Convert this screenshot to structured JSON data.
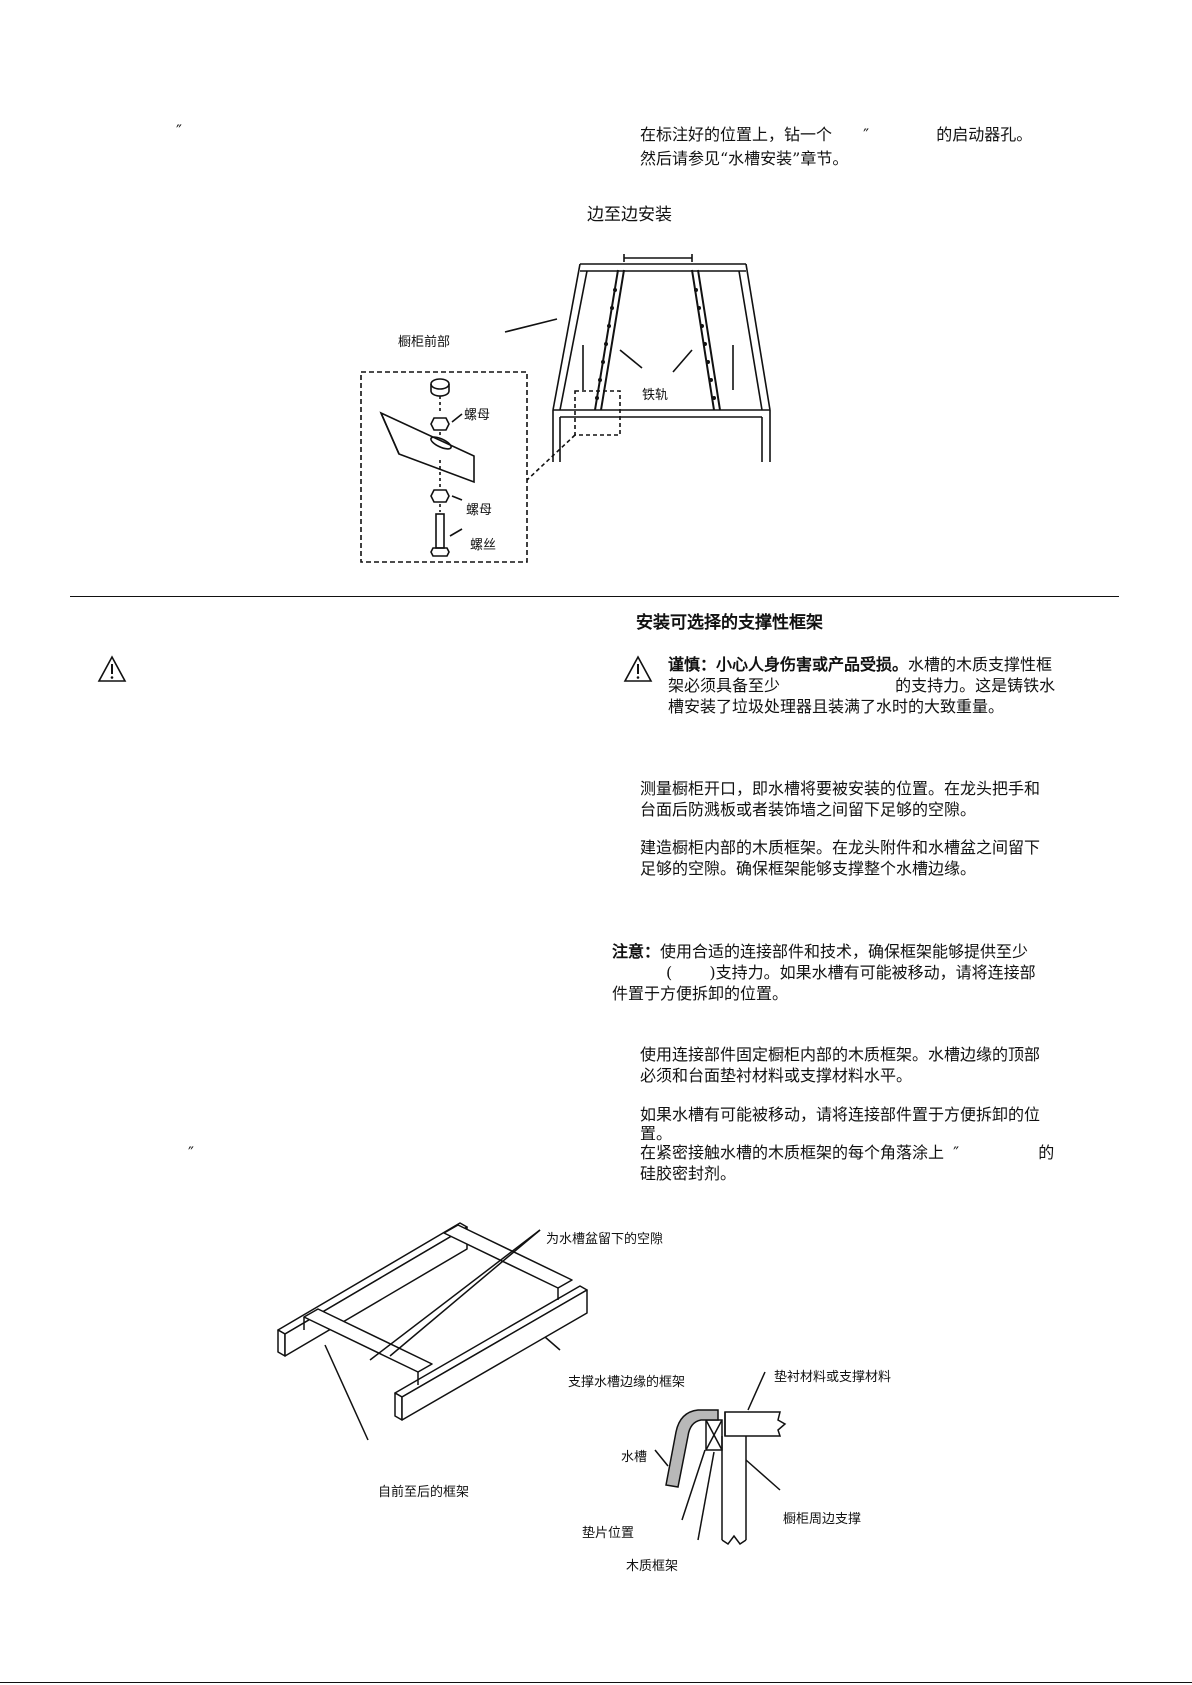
{
  "colors": {
    "ink": "#111111",
    "sink_fill": "#b8b8b8"
  },
  "top_section": {
    "left_quote_mark": "″",
    "line1_a": "在标注好的位置上，钻一个",
    "line1_mark": "″",
    "line1_b": "的启动器孔。",
    "line2": "然后请参见“水槽安装”章节。"
  },
  "edge_diagram": {
    "title": "边至边安装",
    "label_cabinet_front": "橱柜前部",
    "label_rail": "铁轨",
    "label_nut_top": "螺母",
    "label_nut_bottom": "螺母",
    "label_bolt": "螺丝"
  },
  "frame_section": {
    "heading": "安装可选择的支撑性框架",
    "caution_bold": "谨慎：小心人身伤害或产品受损。",
    "caution_rest_l1": "水槽的木质支撑性框",
    "caution_l2_a": "架必须具备至少",
    "caution_l2_b": "的支持力。这是铸铁水",
    "caution_l3": "槽安装了垃圾处理器且装满了水时的大致重量。",
    "step_measure_l1": "测量橱柜开口，即水槽将要被安装的位置。在龙头把手和",
    "step_measure_l2": "台面后防溅板或者装饰墙之间留下足够的空隙。",
    "step_build_l1": "建造橱柜内部的木质框架。在龙头附件和水槽盆之间留下",
    "step_build_l2": "足够的空隙。确保框架能够支撑整个水槽边缘。",
    "note_label": "注意：",
    "note_l1": "使用合适的连接部件和技术，确保框架能够提供至少",
    "note_l2_paren_open": "(",
    "note_l2": ")支持力。如果水槽有可能被移动，请将连接部",
    "note_l3": "件置于方便拆卸的位置。",
    "step_secure_l1": "使用连接部件固定橱柜内部的木质框架。水槽边缘的顶部",
    "step_secure_l2": "必须和台面垫衬材料或支撑材料水平。",
    "step_move_l1": "如果水槽有可能被移动，请将连接部件置于方便拆卸的位",
    "step_move_l2": "置。",
    "step_seal_l1_a": "在紧密接触水槽的木质框架的每个角落涂上",
    "step_seal_mark": "″",
    "step_seal_l1_b": "的",
    "step_seal_l2": "硅胶密封剂。",
    "left_quote_mark": "″"
  },
  "frame_diagram": {
    "label_basin_gap": "为水槽盆留下的空隙",
    "label_rim_frame": "支撑水槽边缘的框架",
    "label_front_back": "自前至后的框架",
    "label_underlay": "垫衬材料或支撑材料",
    "label_sink": "水槽",
    "label_shim": "垫片位置",
    "label_wood_frame": "木质框架",
    "label_perimeter": "橱柜周边支撑"
  }
}
